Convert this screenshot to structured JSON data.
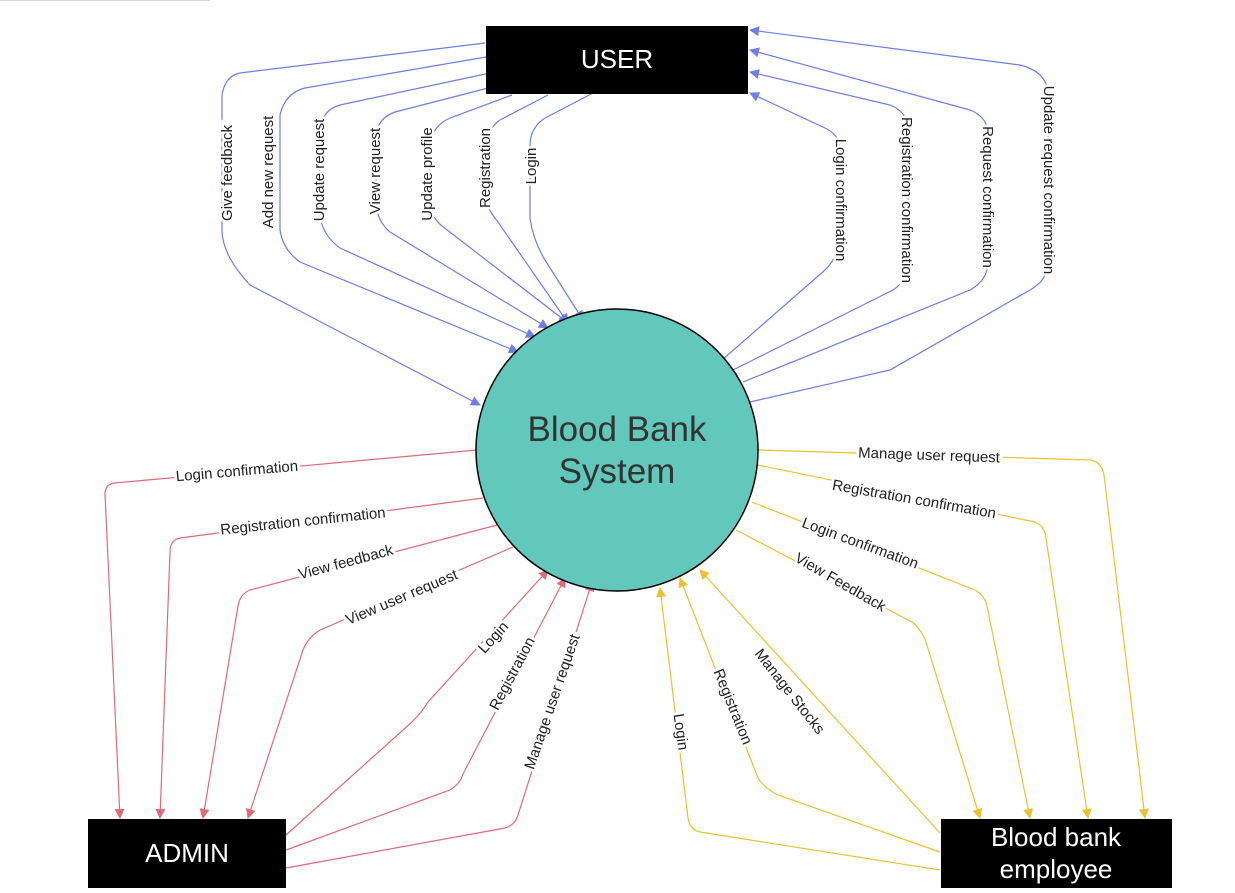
{
  "diagram": {
    "center": {
      "line1": "Blood Bank",
      "line2": "System"
    },
    "entities": {
      "user": "USER",
      "admin": "ADMIN",
      "employee_line1": "Blood bank",
      "employee_line2": "employee"
    },
    "user_to_system": [
      "Give feedback",
      "Add new request",
      "Update request",
      "View request",
      "Update profile",
      "Registration",
      "Login"
    ],
    "system_to_user": [
      "Login confirmation",
      "Registration confirmation",
      "Request confirmation",
      "Update request confirmation"
    ],
    "system_to_admin": [
      "Login confirmation",
      "Registration confirmation",
      "View feedback",
      "View user request"
    ],
    "admin_to_system": [
      "Login",
      "Registration",
      "Manage user request"
    ],
    "system_to_employee": [
      "Manage user request",
      "Registration confirmation",
      "Login confirmation",
      "View Feedback"
    ],
    "employee_to_system": [
      "Login",
      "Registration",
      "Manage Stocks"
    ]
  },
  "colors": {
    "user_flow": "#6e7ee8",
    "admin_flow": "#e06a79",
    "employee_flow": "#ecc02f",
    "entity_box": "#000000",
    "center_fill": "#62c8bc"
  }
}
